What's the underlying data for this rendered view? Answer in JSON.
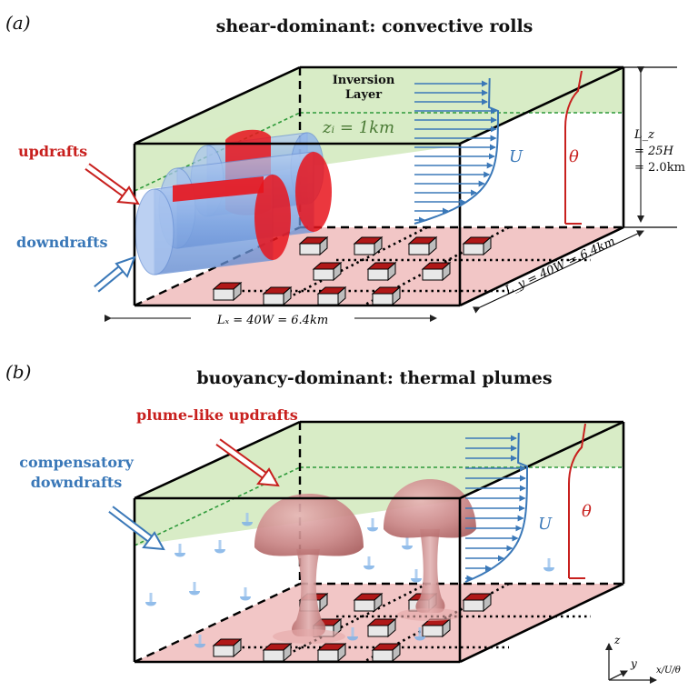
{
  "panel_a": {
    "tag": "(a)",
    "title": "shear-dominant: convective rolls",
    "updrafts": "updrafts",
    "downdrafts": "downdrafts",
    "inversion_line1": "Inversion",
    "inversion_line2": "Layer",
    "zi": "zᵢ = 1km",
    "U": "U",
    "theta": "θ",
    "Lz_1": "L_z",
    "Lz_2": "= 25H",
    "Lz_3": "= 2.0km",
    "Lx": "Lₓ = 40W = 6.4km",
    "Ly": "L_y = 40W = 6.4km"
  },
  "panel_b": {
    "tag": "(b)",
    "title": "buoyancy-dominant: thermal plumes",
    "updrafts": "plume-like updrafts",
    "downdrafts_line1": "compensatory",
    "downdrafts_line2": "downdrafts",
    "U": "U",
    "theta": "θ"
  },
  "axes": {
    "z": "z",
    "y": "y",
    "x": "x/U/θ"
  },
  "colors": {
    "inversion_green": "#d8ecc6",
    "ground_pink": "#f2c6c6",
    "updraft_red": "#c8201e",
    "downdraft_blue": "#3a78b8",
    "roll_blue": "#86aee8",
    "roll_red": "#e8141c",
    "plume": "#c97a7a"
  }
}
